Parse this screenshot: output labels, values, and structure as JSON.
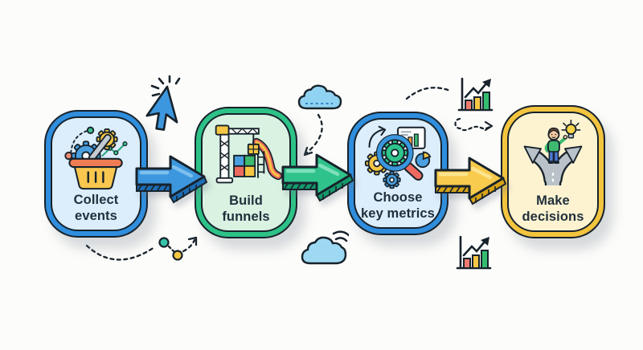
{
  "diagram": {
    "background_color": "#fcfcfa",
    "text_color": "#20303c",
    "steps": [
      {
        "label": "Collect\nevents",
        "icon": "basket-gears-icon",
        "fill_color": "#dcedfb",
        "accent_color": "#2f8ede"
      },
      {
        "label": "Build\nfunnels",
        "icon": "crane-blocks-slide-icon",
        "fill_color": "#d9f2e2",
        "accent_color": "#2dc287"
      },
      {
        "label": "Choose\nkey metrics",
        "icon": "magnifier-gears-chart-icon",
        "fill_color": "#dcedfb",
        "accent_color": "#2f8ede"
      },
      {
        "label": "Make\ndecisions",
        "icon": "person-crossroads-icon",
        "fill_color": "#fdf3d0",
        "accent_color": "#f3c43e"
      }
    ],
    "connectors": [
      {
        "name": "flow-arrow-1",
        "color": "#3d97de"
      },
      {
        "name": "flow-arrow-2",
        "color": "#2fc38b"
      },
      {
        "name": "flow-arrow-3",
        "color": "#f8cb4e"
      }
    ],
    "decorations": [
      "cursor-click-icon",
      "cloud-icon",
      "dashed-arrow-down",
      "dashed-arc",
      "growth-chart-icon",
      "dashed-loop-arrow",
      "dashed-wave-dots",
      "cloud-signal-icon",
      "growth-chart-icon"
    ]
  }
}
